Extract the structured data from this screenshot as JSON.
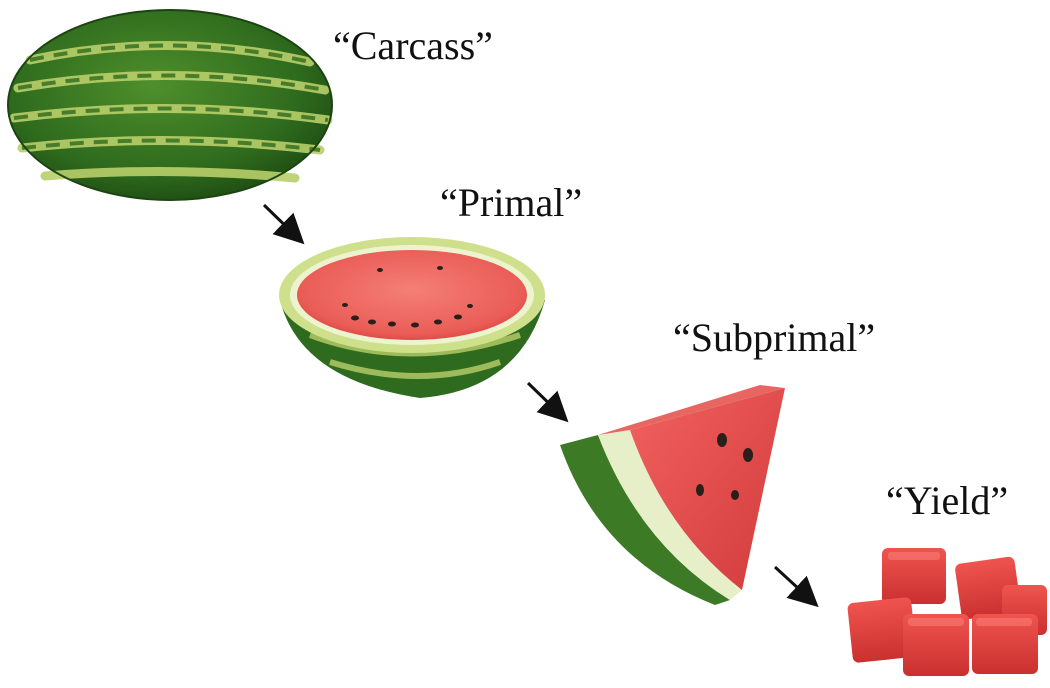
{
  "labels": {
    "carcass": "“Carcass”",
    "primal": "“Primal”",
    "subprimal": "“Subprimal”",
    "yield": "“Yield”"
  },
  "colors": {
    "rind_dark": "#2f6b1e",
    "rind_stripe": "#b9cf6a",
    "flesh": "#ef6a63",
    "flesh_dark": "#d9403f",
    "pith": "#e7efc9",
    "seed": "#2a1f1a",
    "arrow": "#111111"
  },
  "icons": [
    "whole-watermelon-image",
    "half-watermelon-image",
    "watermelon-wedge-image",
    "watermelon-cubes-image"
  ]
}
